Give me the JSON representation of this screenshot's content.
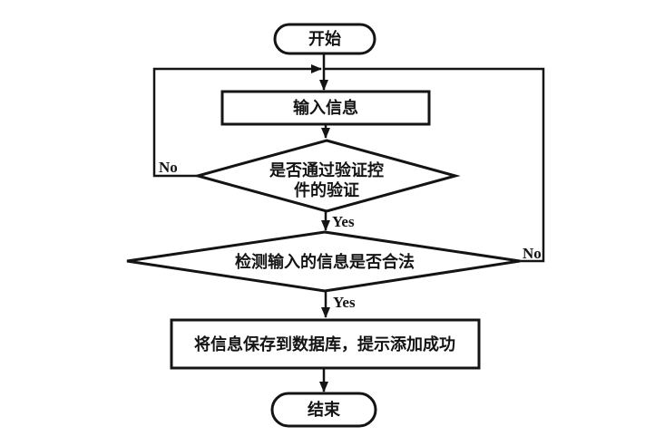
{
  "diagram": {
    "type": "flowchart",
    "colors": {
      "stroke": "#141414",
      "background": "#ffffff",
      "node_fill": "#ffffff"
    },
    "nodes": {
      "start": {
        "label": "开始",
        "shape": "terminator"
      },
      "input_info": {
        "label": "输入信息",
        "shape": "process"
      },
      "validation_check": {
        "label": "是否通过验证控件的验证",
        "label_line1": "是否通过验证控",
        "label_line2": "件的验证",
        "shape": "decision"
      },
      "legality_check": {
        "label": "检测输入的信息是否合法",
        "shape": "decision"
      },
      "save_to_db": {
        "label": "将信息保存到数据库，提示添加成功",
        "shape": "process"
      },
      "end": {
        "label": "结束",
        "shape": "terminator"
      }
    },
    "edges": {
      "validation_no": "No",
      "validation_yes": "Yes",
      "legality_no": "No",
      "legality_yes": "Yes"
    }
  }
}
